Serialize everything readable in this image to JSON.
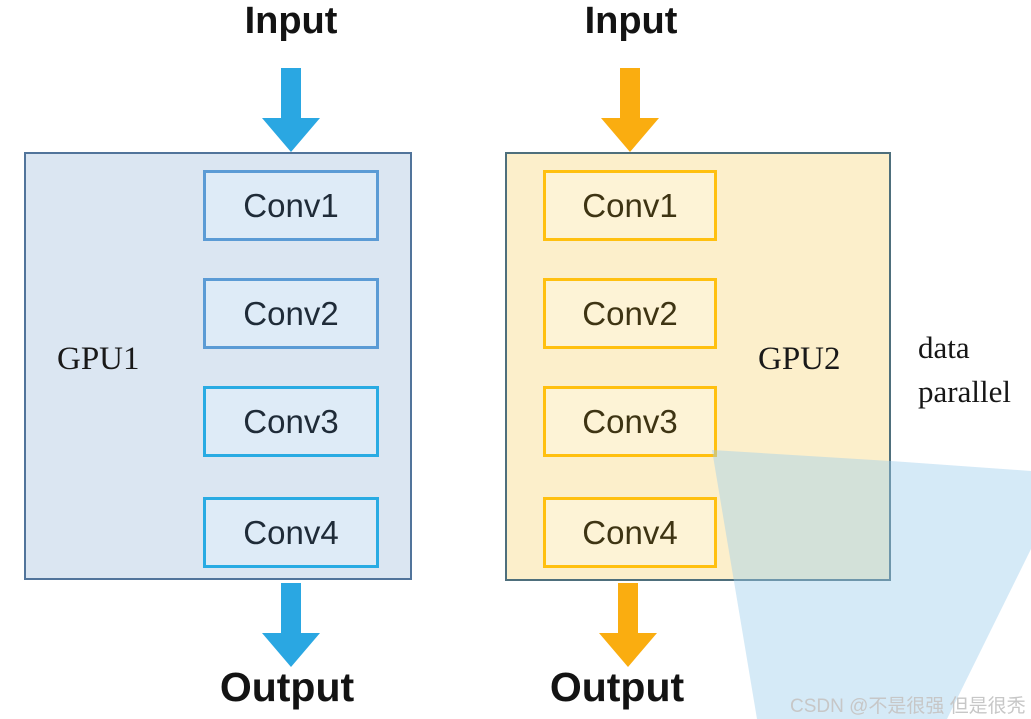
{
  "diagram": {
    "caption": {
      "line1": "data",
      "line2": "parallel"
    },
    "watermark": "CSDN @不是很强 但是很秃",
    "columns": [
      {
        "input_label": "Input",
        "output_label": "Output",
        "gpu_label": "GPU1",
        "arrow_color": "#2AA7E2",
        "box_fill": "#DBE6F2",
        "box_border": "#51749B",
        "blocks": [
          {
            "label": "Conv1",
            "border": "#5B9BD5",
            "fill": "#DEEBF7"
          },
          {
            "label": "Conv2",
            "border": "#5B9BD5",
            "fill": "#DEEBF7"
          },
          {
            "label": "Conv3",
            "border": "#29ABE3",
            "fill": "#DEEBF7"
          },
          {
            "label": "Conv4",
            "border": "#29ABE3",
            "fill": "#DEEBF7"
          }
        ]
      },
      {
        "input_label": "Input",
        "output_label": "Output",
        "gpu_label": "GPU2",
        "arrow_color": "#FAAD10",
        "box_fill": "#FCEFCB",
        "box_border": "#4E6F7C",
        "blocks": [
          {
            "label": "Conv1",
            "border": "#FFC010",
            "fill": "#FDF3D6"
          },
          {
            "label": "Conv2",
            "border": "#FFC010",
            "fill": "#FDF3D6"
          },
          {
            "label": "Conv3",
            "border": "#FFC010",
            "fill": "#FDF3D6"
          },
          {
            "label": "Conv4",
            "border": "#FFC010",
            "fill": "#FDF3D6"
          }
        ]
      }
    ],
    "overlay_color": "#9ACEEB"
  }
}
